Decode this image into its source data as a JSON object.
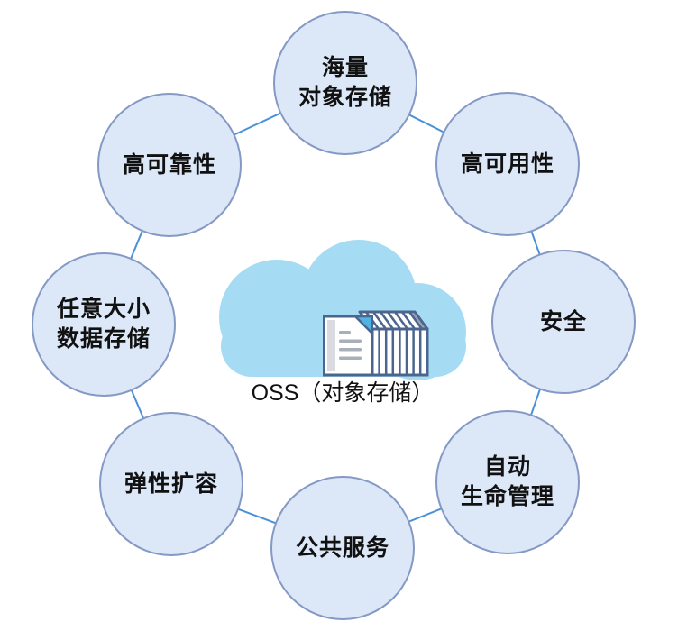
{
  "diagram": {
    "center": {
      "label": "OSS（对象存储）",
      "icon": "cloud-with-document-stack-icon"
    },
    "nodes": [
      {
        "id": "massive-object-storage",
        "lines": [
          "海量",
          "对象存储"
        ]
      },
      {
        "id": "high-availability",
        "lines": [
          "高可用性"
        ]
      },
      {
        "id": "security",
        "lines": [
          "安全"
        ]
      },
      {
        "id": "auto-lifecycle-management",
        "lines": [
          "自动",
          "生命管理"
        ]
      },
      {
        "id": "public-service",
        "lines": [
          "公共服务"
        ]
      },
      {
        "id": "elastic-scaling",
        "lines": [
          "弹性扩容"
        ]
      },
      {
        "id": "any-size-data-storage",
        "lines": [
          "任意大小",
          "数据存储"
        ]
      },
      {
        "id": "high-reliability",
        "lines": [
          "高可靠性"
        ]
      }
    ],
    "colors": {
      "node_fill": "#dce7f7",
      "node_border": "#8599c5",
      "connector": "#4a90d9",
      "cloud": "#a5dcf3",
      "icon_outline": "#4b658f",
      "icon_accent": "#4fb3e4",
      "icon_gray": "#a9afb9",
      "text": "#111111"
    }
  }
}
